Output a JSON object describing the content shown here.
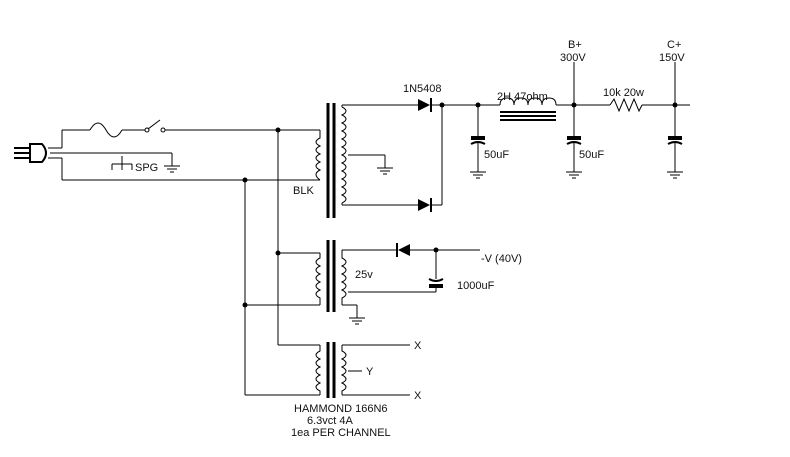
{
  "labels": {
    "diode_main": "1N5408",
    "choke": "2H 47ohm",
    "resistor": "10k 20w",
    "b_plus": "B+",
    "b_plus_voltage": "300V",
    "c_plus": "C+",
    "c_plus_voltage": "150V",
    "cap1": "50uF",
    "cap2": "50uF",
    "spg": "SPG",
    "blk": "BLK",
    "tap_25v": "25v",
    "neg_supply": "-V (40V)",
    "cap_1000": "1000uF",
    "out_x1": "X",
    "out_y": "Y",
    "out_x2": "X",
    "transformer_model": "HAMMOND 166N6",
    "transformer_rating": "6.3vct 4A",
    "transformer_note": "1ea PER CHANNEL"
  }
}
